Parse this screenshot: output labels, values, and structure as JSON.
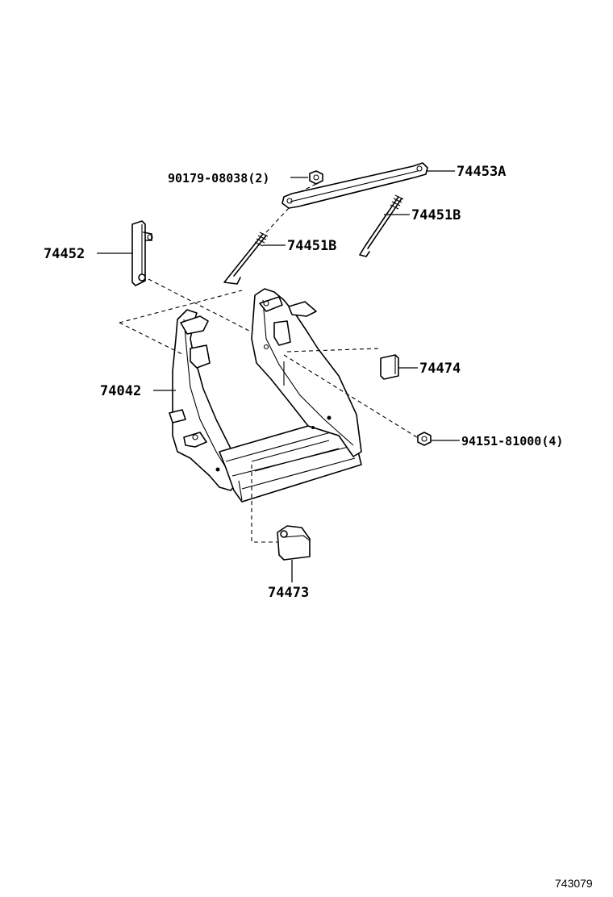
{
  "labels": {
    "p90179": "90179-08038(2)",
    "p74453A": "74453A",
    "p74451B_right": "74451B",
    "p74451B_left": "74451B",
    "p74452": "74452",
    "p74474": "74474",
    "p74042": "74042",
    "p94151": "94151-81000(4)",
    "p74473": "74473"
  },
  "figure_number": "743079"
}
